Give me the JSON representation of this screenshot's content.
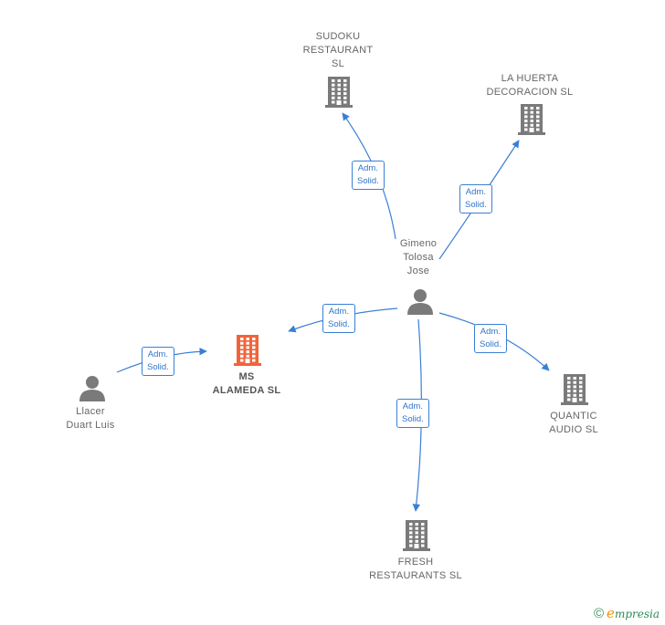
{
  "diagram": {
    "nodes": [
      {
        "id": "sudoku",
        "type": "company",
        "lines": [
          "SUDOKU",
          "RESTAURANT",
          "SL"
        ]
      },
      {
        "id": "huerta",
        "type": "company",
        "lines": [
          "LA HUERTA",
          "DECORACION SL"
        ]
      },
      {
        "id": "gimeno",
        "type": "person",
        "lines": [
          "Gimeno",
          "Tolosa",
          "Jose"
        ]
      },
      {
        "id": "ms",
        "type": "company",
        "focus": true,
        "lines": [
          "MS",
          "ALAMEDA  SL"
        ]
      },
      {
        "id": "llacer",
        "type": "person",
        "lines": [
          "Llacer",
          "Duart Luis"
        ]
      },
      {
        "id": "quantic",
        "type": "company",
        "lines": [
          "QUANTIC",
          "AUDIO SL"
        ]
      },
      {
        "id": "fresh",
        "type": "company",
        "lines": [
          "FRESH",
          "RESTAURANTS SL"
        ]
      }
    ],
    "edges": [
      {
        "id": "e1",
        "from": "gimeno",
        "to": "sudoku",
        "label": [
          "Adm.",
          "Solid."
        ]
      },
      {
        "id": "e2",
        "from": "gimeno",
        "to": "huerta",
        "label": [
          "Adm.",
          "Solid."
        ]
      },
      {
        "id": "e3",
        "from": "gimeno",
        "to": "ms",
        "label": [
          "Adm.",
          "Solid."
        ]
      },
      {
        "id": "e4",
        "from": "llacer",
        "to": "ms",
        "label": [
          "Adm.",
          "Solid."
        ]
      },
      {
        "id": "e5",
        "from": "gimeno",
        "to": "quantic",
        "label": [
          "Adm.",
          "Solid."
        ]
      },
      {
        "id": "e6",
        "from": "gimeno",
        "to": "fresh",
        "label": [
          "Adm.",
          "Solid."
        ]
      }
    ],
    "colors": {
      "company_icon": "#7a7a7a",
      "focus_icon": "#f0643c",
      "person_icon": "#7a7a7a",
      "edge": "#3a7fd5"
    }
  },
  "footer": {
    "copyright_symbol": "©",
    "brand_first": "e",
    "brand_rest": "mpresia"
  }
}
